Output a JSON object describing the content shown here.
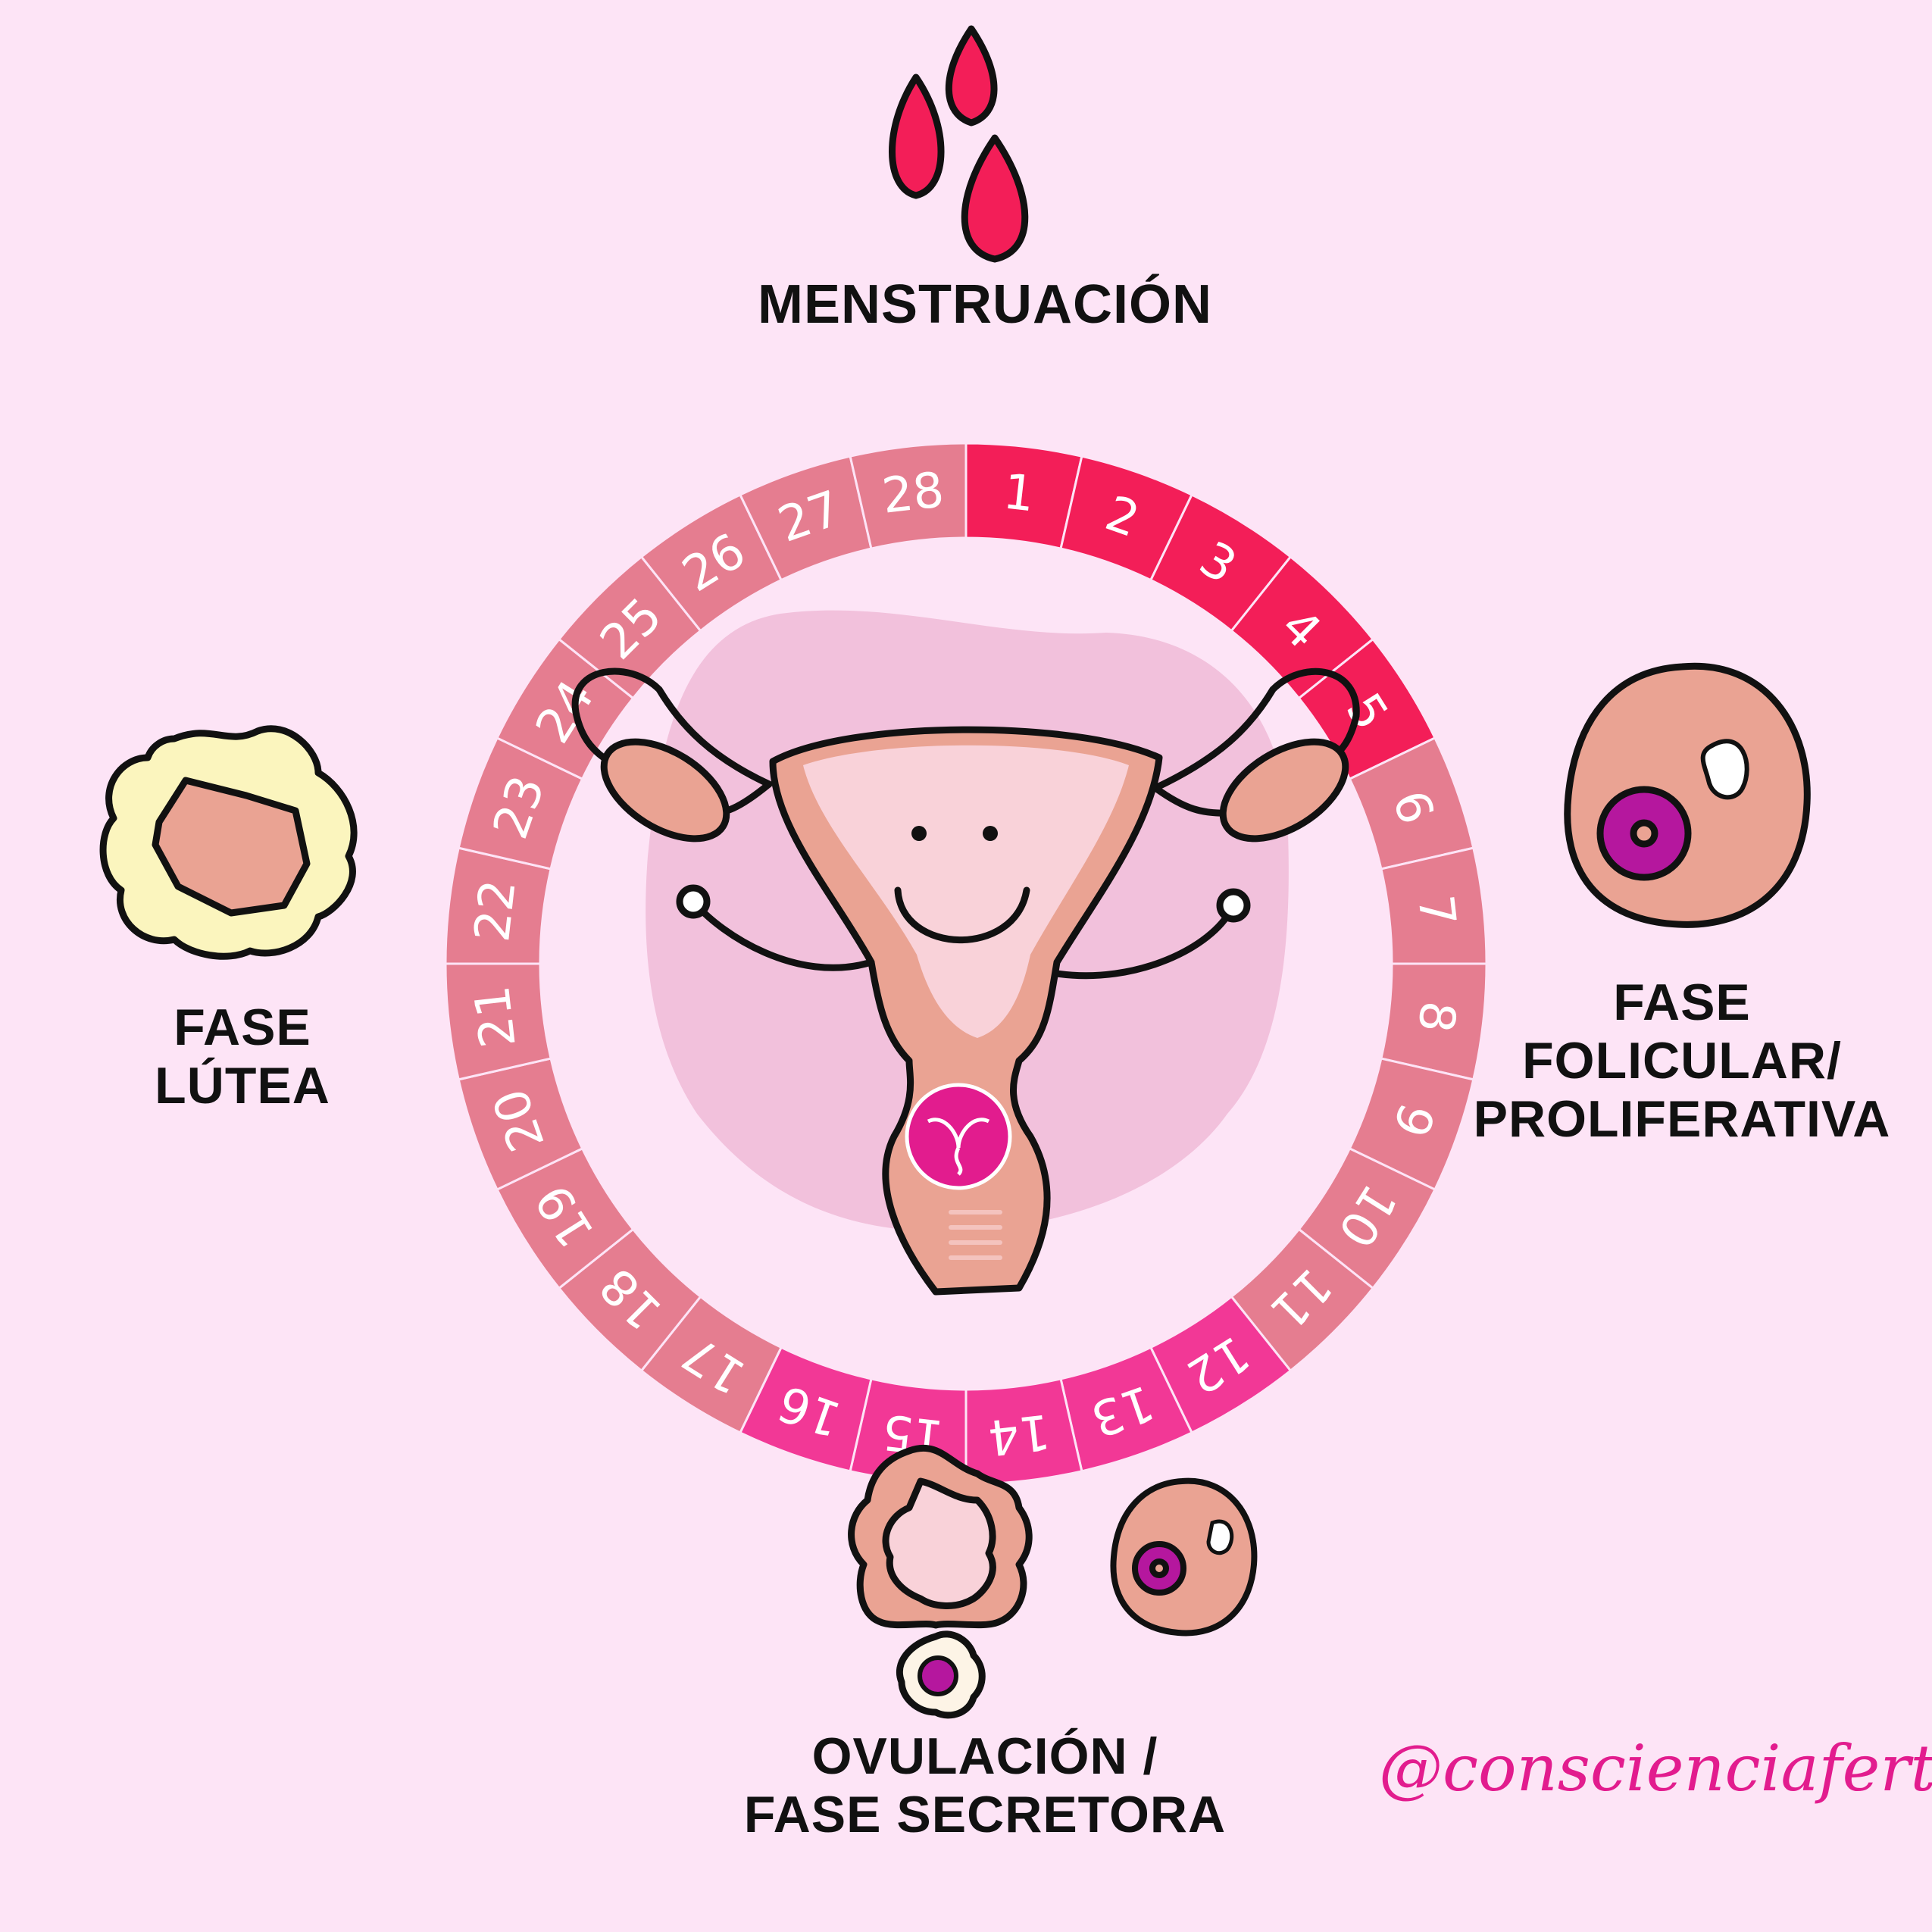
{
  "colors": {
    "background": "#FDE4F6",
    "menstrual_days": "#F31E58",
    "ovulation_days": "#F23896",
    "other_days": "#E57D90",
    "day_text": "#FFFFFF",
    "outline": "#111111",
    "handle": "#E21C8E"
  },
  "labels": {
    "menstruacion": "MENSTRUACIÓN",
    "follicular": [
      "FASE",
      "FOLICULAR/",
      "PROLIFERATIVA"
    ],
    "luteal": [
      "FASE",
      "LÚTEA"
    ],
    "ovulation": [
      "OVULACIÓN /",
      "FASE SECRETORA"
    ]
  },
  "cycle": {
    "day_labels": [
      "1",
      "2",
      "3",
      "4",
      "5",
      "6",
      "7",
      "8",
      "9",
      "10",
      "11",
      "12",
      "13",
      "14",
      "15",
      "16",
      "17",
      "18",
      "19",
      "20",
      "21",
      "22",
      "23",
      "24",
      "25",
      "26",
      "27",
      "28"
    ],
    "menstrual_days": [
      1,
      2,
      3,
      4,
      5
    ],
    "ovulation_days": [
      12,
      13,
      14,
      15,
      16
    ]
  },
  "icons": {
    "drops": "blood-drops-icon",
    "uterus": "uterus-character-icon",
    "follicle": "follicle-cell-icon",
    "corpus_luteum": "corpus-luteum-icon",
    "ruptured_follicle": "ruptured-follicle-icon",
    "ovum": "ovum-icon",
    "small_follicle": "small-follicle-icon",
    "logo": "uterus-logo-icon"
  },
  "handle": "@conscienciafertil"
}
